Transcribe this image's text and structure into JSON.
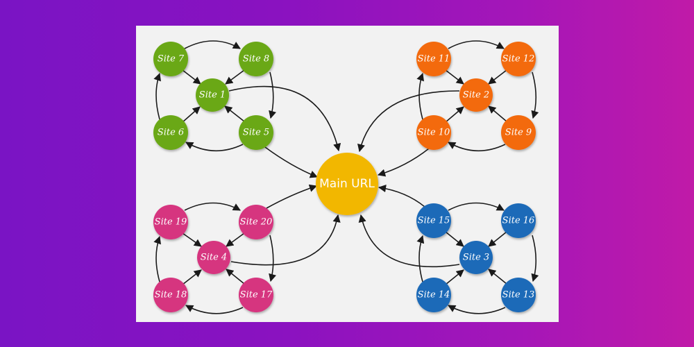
{
  "main": {
    "label": "Main URL",
    "color": "#f2b705"
  },
  "groups": [
    {
      "name": "green",
      "color": "#6aa817",
      "hub": "Site 1",
      "tl": "Site 7",
      "tr": "Site 8",
      "bl": "Site 6",
      "br": "Site 5"
    },
    {
      "name": "orange",
      "color": "#f36a0c",
      "hub": "Site 2",
      "tl": "Site 11",
      "tr": "Site 12",
      "bl": "Site 10",
      "br": "Site 9"
    },
    {
      "name": "pink",
      "color": "#d6347f",
      "hub": "Site 4",
      "tl": "Site 19",
      "tr": "Site 20",
      "bl": "Site 18",
      "br": "Site 17"
    },
    {
      "name": "blue",
      "color": "#1f6bb8",
      "hub": "Site 3",
      "tl": "Site 15",
      "tr": "Site 16",
      "bl": "Site 14",
      "br": "Site 13"
    }
  ]
}
